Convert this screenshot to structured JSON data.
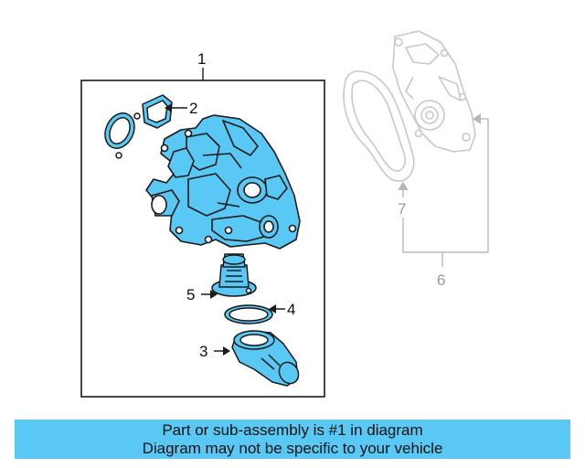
{
  "diagram": {
    "callouts": {
      "c1": "1",
      "c2": "2",
      "c3": "3",
      "c4": "4",
      "c5": "5",
      "c6": "6",
      "c7": "7"
    },
    "colors": {
      "highlight_part": "#59c8f5",
      "outline": "#1a1a1a",
      "ghost_part": "#c8c8c8",
      "banner": "#59c8f5"
    }
  },
  "banner": {
    "line1": "Part or sub-assembly is #1 in diagram",
    "line2": "Diagram may not be specific to your vehicle"
  }
}
